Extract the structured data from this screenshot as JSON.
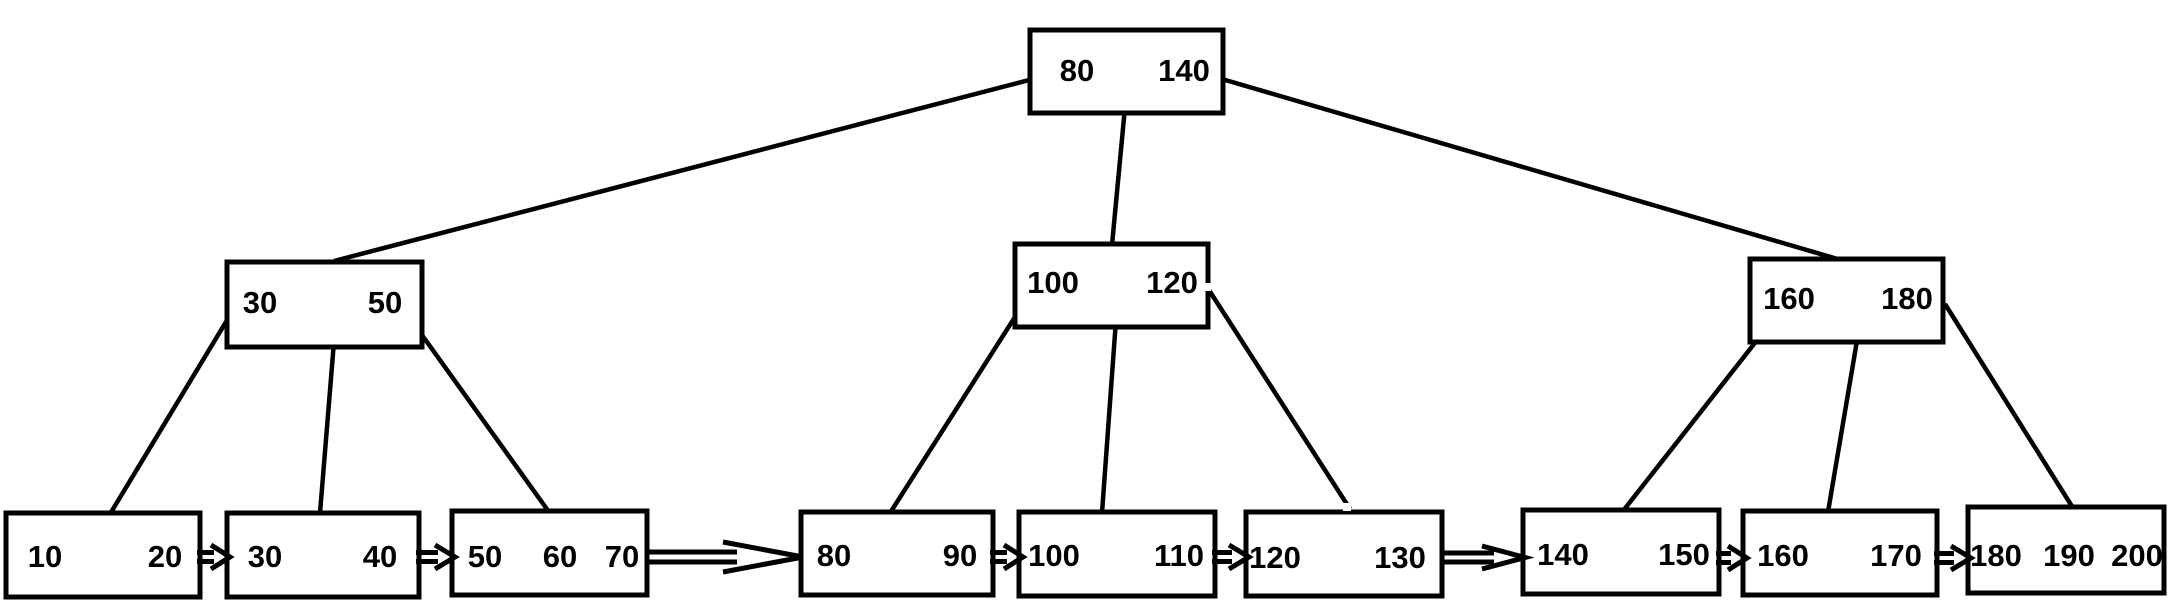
{
  "diagram": {
    "type": "b-plus-tree",
    "colors": {
      "ink": "#000000",
      "background": "#ffffff"
    },
    "root": {
      "keys": [
        "80",
        "140"
      ]
    },
    "internal": [
      {
        "keys": [
          "30",
          "50"
        ]
      },
      {
        "keys": [
          "100",
          "120"
        ]
      },
      {
        "keys": [
          "160",
          "180"
        ]
      }
    ],
    "leaves": [
      {
        "keys": [
          "10",
          "20"
        ]
      },
      {
        "keys": [
          "30",
          "40"
        ]
      },
      {
        "keys": [
          "50",
          "60",
          "70"
        ]
      },
      {
        "keys": [
          "80",
          "90"
        ]
      },
      {
        "keys": [
          "100",
          "110"
        ]
      },
      {
        "keys": [
          "120",
          "130"
        ]
      },
      {
        "keys": [
          "140",
          "150"
        ]
      },
      {
        "keys": [
          "160",
          "170"
        ]
      },
      {
        "keys": [
          "180",
          "190",
          "200"
        ]
      }
    ]
  }
}
